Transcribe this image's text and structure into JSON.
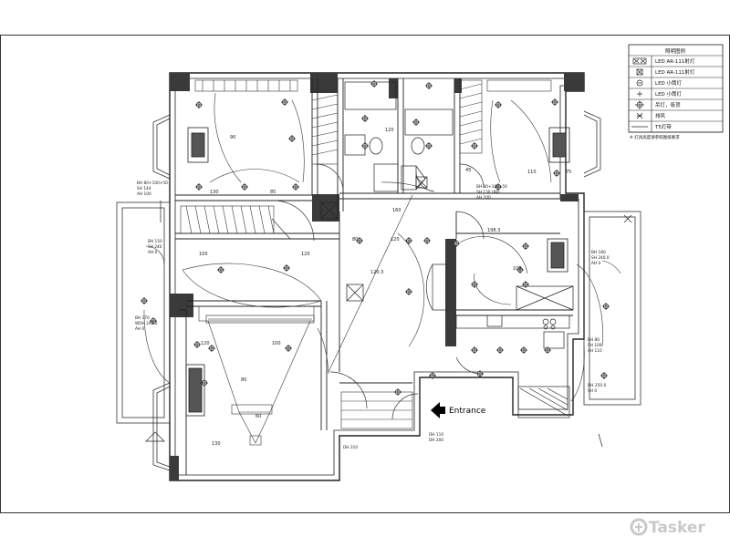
{
  "legend": {
    "title": "照明图例",
    "items": [
      {
        "icon": "spotlight-double-icon",
        "label": "LED AR-111射灯"
      },
      {
        "icon": "spotlight-single-icon",
        "label": "LED AR-111射灯"
      },
      {
        "icon": "downlight-icon",
        "label": "LED 小筒灯"
      },
      {
        "icon": "small-downlight-icon",
        "label": "LED 小筒灯"
      },
      {
        "icon": "ceiling-lamp-icon",
        "label": "吊灯，吸顶"
      },
      {
        "icon": "exhaust-fan-icon",
        "label": "排风"
      },
      {
        "icon": "led-strip-icon",
        "label": "T5灯带"
      }
    ],
    "note": "※ 灯具高度请参照图纸要求"
  },
  "entrance_label": "Entrance",
  "watermark": "Tasker",
  "dimensions": [
    "100",
    "120",
    "80",
    "120",
    "120",
    "100",
    "110",
    "130",
    "85",
    "75",
    "160",
    "100",
    "198.3",
    "120.3",
    "60",
    "80",
    "130",
    "120",
    "90",
    "45"
  ],
  "height_notes": [
    {
      "lines": [
        "BH 80+100+50",
        "SH 144",
        "AH 100"
      ]
    },
    {
      "lines": [
        "BH 80+100+50",
        "SH 130 (84)",
        "AH 100"
      ]
    },
    {
      "lines": [
        "BH 150",
        "SH 240",
        "AH 0"
      ]
    },
    {
      "lines": [
        "BH 170",
        "WDH 240.0",
        "AH 0"
      ]
    },
    {
      "lines": [
        "BH 180",
        "SH 240.0",
        "AH 0"
      ]
    },
    {
      "lines": [
        "BH 80",
        "SH 100",
        "AH 110"
      ]
    },
    {
      "lines": [
        "DH 250.0",
        "SH 0"
      ]
    },
    {
      "lines": [
        "DH 310"
      ]
    },
    {
      "lines": [
        "DH 110",
        "DH 200"
      ]
    }
  ],
  "colors": {
    "line": "#222222",
    "wall": "#3a3a3a",
    "fill": "#ffffff",
    "watermark": "#c9c9c9"
  }
}
